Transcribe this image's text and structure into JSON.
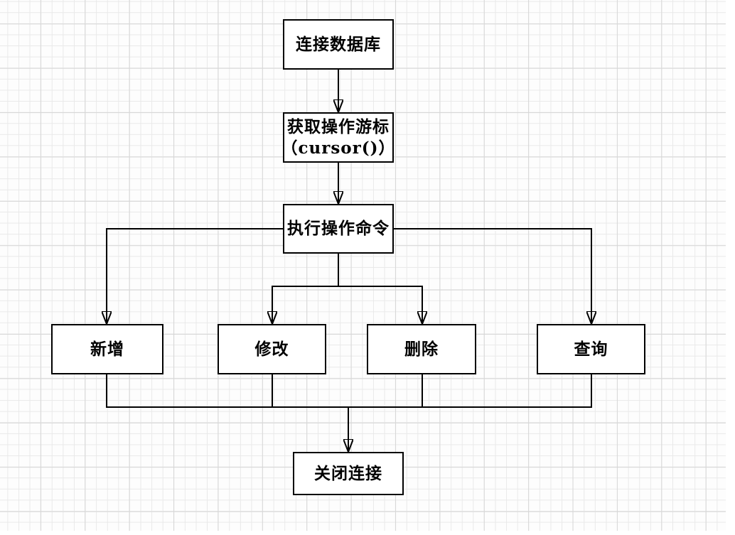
{
  "diagram": {
    "type": "flowchart",
    "background": "grid-canvas",
    "colors": {
      "node_fill": "#ffffff",
      "node_border": "#000000",
      "line": "#000000",
      "text": "#000000",
      "grid_minor": "#e9e9e9",
      "grid_major": "#d7d7d7",
      "canvas": "#fdfdfd"
    },
    "nodes": [
      {
        "id": "connect-db",
        "label": "连接数据库"
      },
      {
        "id": "get-cursor",
        "label": "获取操作游标",
        "sublabel": "（cursor()）"
      },
      {
        "id": "execute-cmd",
        "label": "执行操作命令"
      },
      {
        "id": "insert",
        "label": "新增"
      },
      {
        "id": "update",
        "label": "修改"
      },
      {
        "id": "delete",
        "label": "删除"
      },
      {
        "id": "select",
        "label": "查询"
      },
      {
        "id": "close-conn",
        "label": "关闭连接"
      }
    ],
    "edges": [
      {
        "from": "connect-db",
        "to": "get-cursor",
        "arrow": true
      },
      {
        "from": "get-cursor",
        "to": "execute-cmd",
        "arrow": true
      },
      {
        "from": "execute-cmd",
        "to": "insert",
        "arrow": true
      },
      {
        "from": "execute-cmd",
        "to": "update",
        "arrow": true
      },
      {
        "from": "execute-cmd",
        "to": "delete",
        "arrow": true
      },
      {
        "from": "execute-cmd",
        "to": "select",
        "arrow": true
      },
      {
        "from": "insert",
        "to": "close-conn",
        "arrow": true
      },
      {
        "from": "update",
        "to": "close-conn",
        "arrow": true
      },
      {
        "from": "delete",
        "to": "close-conn",
        "arrow": true
      },
      {
        "from": "select",
        "to": "close-conn",
        "arrow": true
      }
    ]
  }
}
